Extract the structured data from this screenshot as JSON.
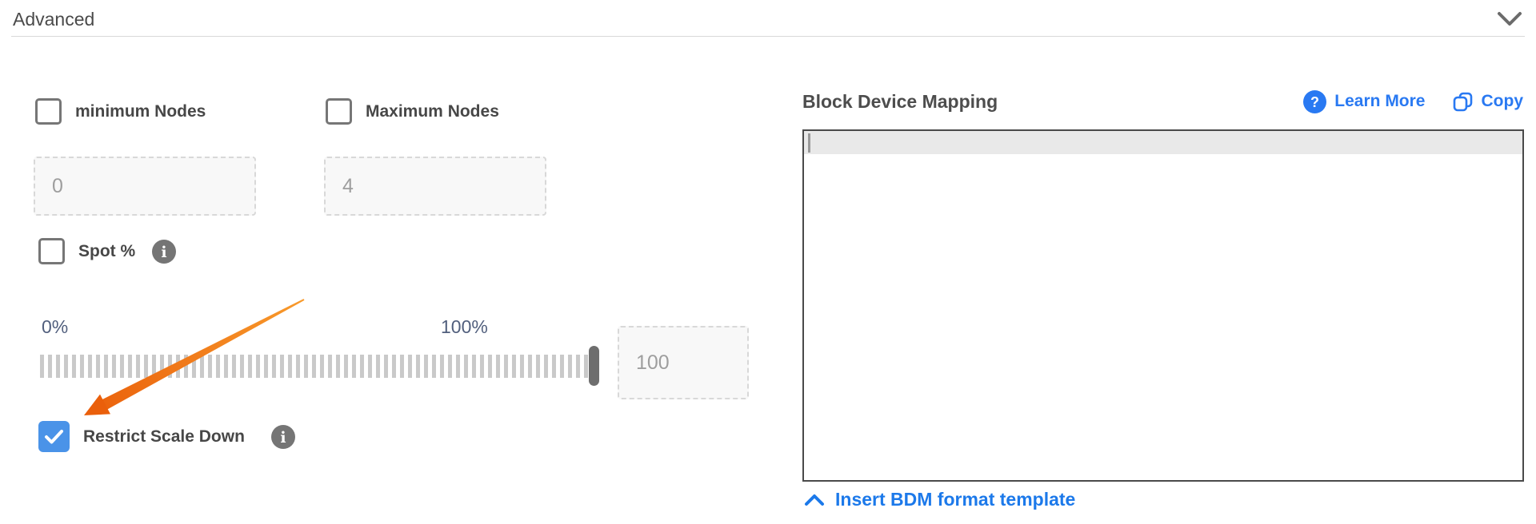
{
  "accordion": {
    "title": "Advanced"
  },
  "autoscaling": {
    "min_nodes": {
      "label": "minimum Nodes",
      "checked": false,
      "value": "0"
    },
    "max_nodes": {
      "label": "Maximum Nodes",
      "checked": false,
      "value": "4"
    },
    "spot_percentage": {
      "label": "Spot %",
      "checked": false,
      "slider_min_label": "0%",
      "slider_max_label": "100%",
      "value": "100"
    },
    "restrict_scale_down": {
      "label": "Restrict Scale Down",
      "checked": true
    }
  },
  "block_device_mapping": {
    "title": "Block Device Mapping",
    "learn_more_label": "Learn More",
    "copy_label": "Copy",
    "editor_content": "",
    "insert_template_label": "Insert BDM format template"
  },
  "icons": {
    "accordion_chevron": "chevron-down-icon",
    "spot_info": "info-circle-icon",
    "restrict_info": "info-circle-icon",
    "learn_more": "question-circle-icon",
    "copy": "copy-icon",
    "insert_template_chevron": "chevron-up-icon",
    "question_glyph": "?",
    "info_glyph": "i"
  },
  "colors": {
    "link_blue": "#2979f2",
    "insert_link_blue": "#1c79ea",
    "checkbox_checked_blue": "#4a93e8",
    "annotation_arrow_orange": "#f07612",
    "slider_label_blue_gray": "#515f7d",
    "label_gray": "#474747"
  }
}
